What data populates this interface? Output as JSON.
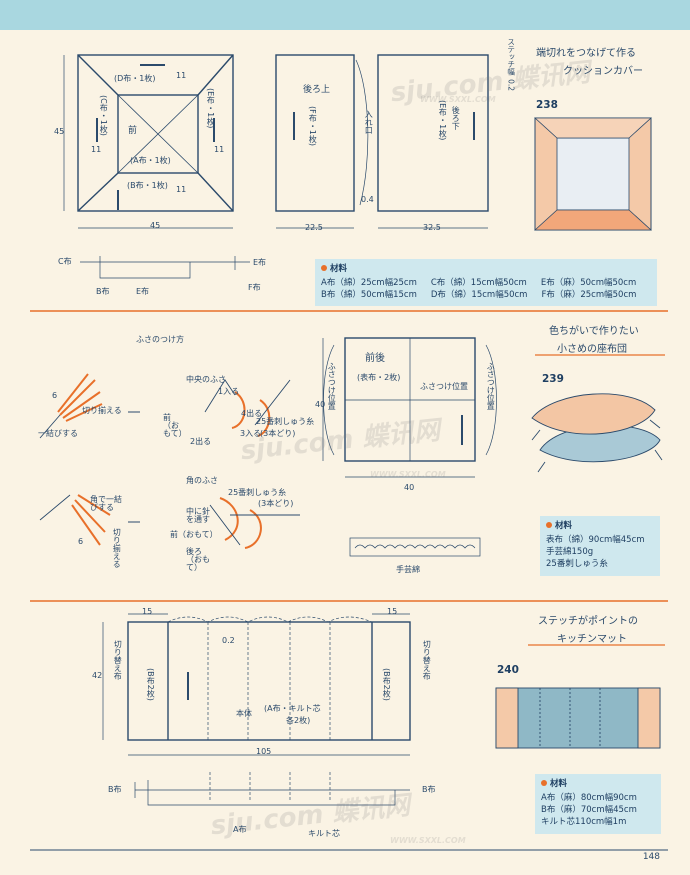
{
  "s238": {
    "num": "238",
    "title1": "端切れをつなげて作る",
    "title2": "クッションカバー",
    "stitch_note": "ステッチ幅  0.2",
    "labels": {
      "d_cloth": "(D布・1枚)",
      "c_cloth": "(C布・1枚)",
      "e_cloth": "(E布・1枚)",
      "front": "前",
      "a_cloth": "(A布・1枚)",
      "b_cloth": "(B布・1枚)",
      "back_top": "後ろ上",
      "f_cloth": "(F布・1枚)",
      "opening": "入れ口",
      "back_bottom": "後ろ下",
      "e_cloth2": "(E布・1枚)",
      "d45": "45",
      "d45h": "45",
      "d11a": "11",
      "d11b": "11",
      "d11c": "11",
      "d11d": "11",
      "d225": "22.5",
      "d325": "32.5",
      "d04": "0.4",
      "sec_c": "C布",
      "sec_e": "E布",
      "sec_b": "B布",
      "sec_e2": "E布",
      "sec_f": "F布"
    },
    "materials_head": "材料",
    "materials": [
      [
        "A布（綿）25cm幅25cm",
        "C布（綿）15cm幅50cm",
        "E布（麻）50cm幅50cm"
      ],
      [
        "B布（綿）50cm幅15cm",
        "D布（綿）15cm幅50cm",
        "F布（麻）25cm幅50cm"
      ]
    ]
  },
  "s239": {
    "num": "239",
    "title1": "色ちがいで作りたい",
    "title2": "小さめの座布団",
    "tassel_title": "ふさのつけ方",
    "center_tassel": "中央のふさ",
    "corner_tassel": "角のふさ",
    "thread_note": "25番刺しゅう糸",
    "thread_sub": "(3本どり)",
    "thread_sub2": "(3本どり)",
    "cut_even": "切り揃える",
    "tie_knot": "一結びする",
    "corner_tie": "角で一結びする",
    "cut_even2": "切り揃える",
    "front_label": "前（おもて）",
    "back_label": "後ろ（おもて）",
    "corner_front": "前（おもて）",
    "pierce": "中に針を通す",
    "step_in1": "1入る",
    "step_out2": "2出る",
    "step_in3": "3入る",
    "step_out4": "4出る",
    "s6": "6",
    "s6b": "6",
    "front_back": "前後",
    "cloth2": "(表布・2枚)",
    "tassel_pos": "ふさつけ位置",
    "tassel_pos_v1": "ふさつけ位置",
    "tassel_pos_v2": "ふさつけ位置",
    "d40": "40",
    "d40h": "40",
    "cotton": "手芸綿",
    "materials_head": "材料",
    "materials": [
      "表布（綿）90cm幅45cm",
      "手芸綿150g",
      "25番刺しゅう糸"
    ]
  },
  "s240": {
    "num": "240",
    "title1": "ステッチがポイントの",
    "title2": "キッチンマット",
    "switch_cloth": "切り替え布",
    "b_cloth2": "(B布2枚)",
    "body": "本体",
    "a_quilt": "(A布・キルト芯",
    "each2": "各2枚)",
    "d15a": "15",
    "d15b": "15",
    "d42": "42",
    "d02": "0.2",
    "d105": "105",
    "sec_b": "B布",
    "sec_b2": "B布",
    "sec_a": "A布",
    "quilt": "キルト芯",
    "materials_head": "材料",
    "materials": [
      "A布（麻）80cm幅90cm",
      "B布（麻）70cm幅45cm",
      "キルト芯110cm幅1m"
    ]
  },
  "page_number": "148",
  "watermarks": [
    "sju.com 蝶讯网",
    "WWW.SXXL.COM"
  ]
}
